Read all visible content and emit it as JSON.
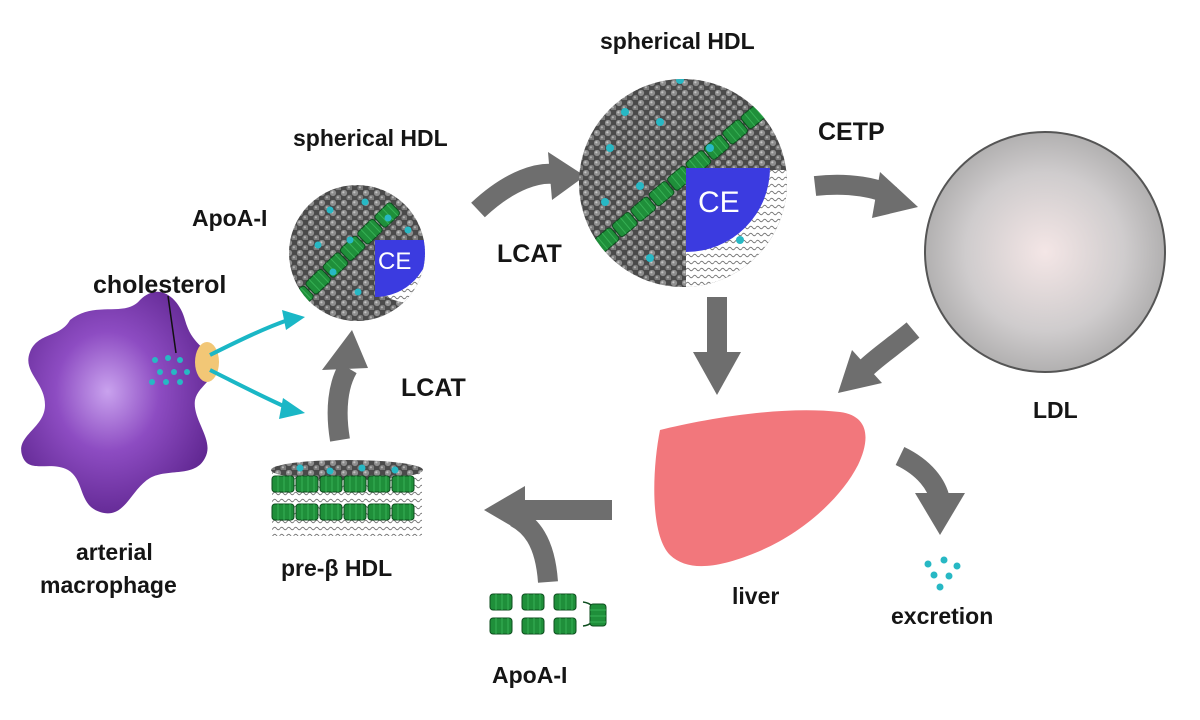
{
  "labels": {
    "spherical_hdl_large": "spherical HDL",
    "spherical_hdl_small": "spherical HDL",
    "apoa1_top": "ApoA-I",
    "cholesterol": "cholesterol",
    "cetp": "CETP",
    "lcat_top": "LCAT",
    "lcat_left": "LCAT",
    "ldl": "LDL",
    "arterial": "arterial",
    "macrophage": "macrophage",
    "pre_beta_hdl": "pre-β HDL",
    "liver": "liver",
    "excretion": "excretion",
    "apoa1_bottom": "ApoA-I",
    "ce_small": "CE",
    "ce_large": "CE"
  },
  "colors": {
    "arrow_gray": "#6e6e6e",
    "cyan_arrow": "#1ab7c6",
    "macrophage": "#7a3aa8",
    "apoa1_green": "#1f8f3a",
    "ce_blue": "#3b3be0",
    "liver_pink": "#f2777c",
    "ldl_gray": "#c9c7c8",
    "lipid_gray": "#5b5b5b",
    "cholesterol_dot": "#27b8c4"
  }
}
